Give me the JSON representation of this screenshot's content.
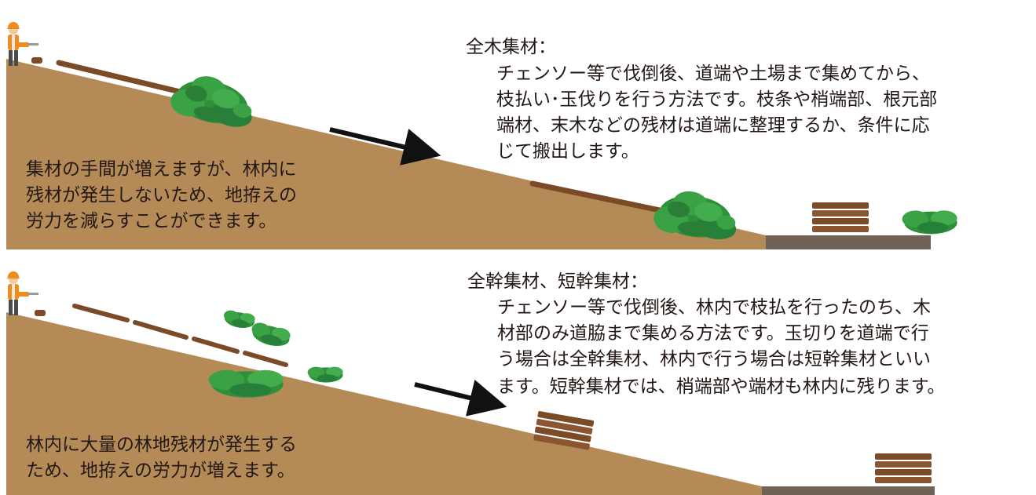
{
  "colors": {
    "slope": "#b48b57",
    "road": "#6f6357",
    "log": "#7b4a26",
    "foliage": "#2f8f3a",
    "arrow": "#111111",
    "worker_vest": "#f08c1e"
  },
  "icons": [
    "chainsaw-worker-icon",
    "tree-crown-icon",
    "log-stack-icon",
    "arrow-icon"
  ],
  "panels": [
    {
      "title": "全木集材：",
      "description": [
        "チェンソー等で伐倒後、道端や土場まで集めてから、",
        "枝払い･玉伐りを行う方法です。枝条や梢端部、根元部",
        "端材、末木などの残材は道端に整理するか、条件に応",
        "じて搬出します。"
      ],
      "note": [
        "集材の手間が増えますが、林内に",
        "残材が発生しないため、地拵えの",
        "労力を減らすことができます。"
      ]
    },
    {
      "title": "全幹集材、短幹集材：",
      "description": [
        "チェンソー等で伐倒後、林内で枝払を行ったのち、木",
        "材部のみ道脇まで集める方法です。玉切りを道端で行",
        "う場合は全幹集材、林内で行う場合は短幹集材といい",
        "ます。短幹集材では、梢端部や端材も林内に残ります。"
      ],
      "note": [
        "林内に大量の林地残材が発生する",
        "ため、地拵えの労力が増えます。"
      ]
    }
  ]
}
